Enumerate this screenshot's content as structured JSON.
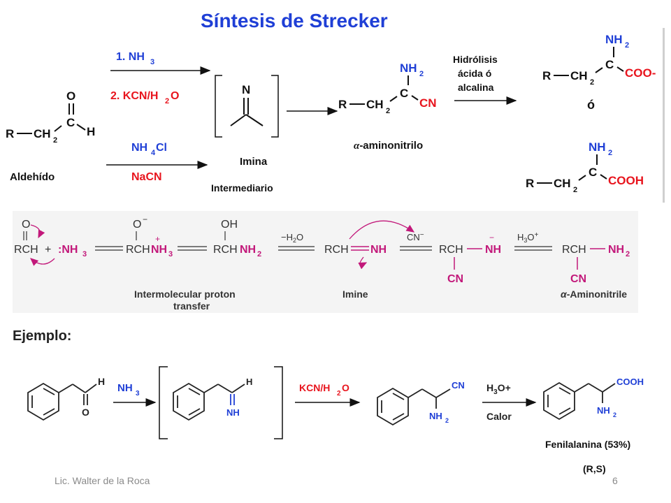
{
  "slide": {
    "title": "Síntesis de Strecker",
    "footer_author": "Lic. Walter de la Roca",
    "page_number": "6",
    "example_heading": "Ejemplo:"
  },
  "top_scheme": {
    "aldehyde": {
      "label": "Aldehído",
      "atoms": {
        "O": "O",
        "C": "C",
        "H": "H",
        "R": "R",
        "CH": "CH",
        "sub2": "2"
      }
    },
    "path1": {
      "step1": "1. NH",
      "step1_sub": "3",
      "step2": "2. KCN/H",
      "step2_sub": "2",
      "step2_end": "O"
    },
    "path2": {
      "reagent1": "NH",
      "reagent1_sub": "4",
      "reagent1_end": "Cl",
      "reagent2": "NaCN"
    },
    "imine": {
      "atom": "N",
      "label": "Imina",
      "sublabel": "Intermediario"
    },
    "aminonitrile": {
      "nh": "NH",
      "sub2": "2",
      "c": "C",
      "cn": "CN",
      "r": "R",
      "ch": "CH",
      "label_alpha": "α",
      "label": "-aminonitrilo"
    },
    "hydrolysis": {
      "line1": "Hidrólisis",
      "line2": "ácida ó",
      "line3": "alcalina"
    },
    "product1": {
      "nh": "NH",
      "sub2": "2",
      "c": "C",
      "acid": "COO-",
      "r": "R",
      "ch": "CH"
    },
    "or_label": "ó",
    "product2": {
      "nh": "NH",
      "sub2": "2",
      "c": "C",
      "acid": "COOH",
      "r": "R",
      "ch": "CH"
    }
  },
  "mechanism": {
    "labels": {
      "proton_transfer_1": "Intermolecular proton",
      "proton_transfer_2": "transfer",
      "imine": "Imine",
      "aminonitrile_alpha": "α",
      "aminonitrile": "-Aminonitrile"
    },
    "species": {
      "aldehyde": {
        "o": "O",
        "rch": "RCH"
      },
      "plus": "+",
      "ammonia": ":NH",
      "ammonia_sub": "3",
      "alkoxide": {
        "o": "O",
        "minus": "−",
        "rch": "RCH",
        "nh": "NH",
        "sub3": "3",
        "plus": "+"
      },
      "hemiaminal": {
        "oh": "OH",
        "rch": "RCH",
        "nh": "NH",
        "sub2": "2"
      },
      "imine": {
        "rch": "RCH",
        "nh": "NH"
      },
      "anion": {
        "rch": "RCH",
        "nh": "NH",
        "cn": "CN",
        "minus": "−"
      },
      "product": {
        "rch": "RCH",
        "nh": "NH",
        "sub2": "2",
        "cn": "CN"
      }
    },
    "reagents": {
      "dehydration": "−H",
      "dehydration_sub": "2",
      "dehydration_end": "O",
      "cyanide": "CN",
      "cyanide_charge": "−",
      "hydronium": "H",
      "hydronium_sub": "3",
      "hydronium_end": "O",
      "hydronium_charge": "+"
    },
    "colors": {
      "highlight": "#c2187a",
      "text": "#333333"
    }
  },
  "example": {
    "start_h": "H",
    "start_o": "O",
    "reagent1": "NH",
    "reagent1_sub": "3",
    "intermediate_h": "H",
    "intermediate_nh": "NH",
    "reagent2": "KCN/H",
    "reagent2_sub": "2",
    "reagent2_end": "O",
    "nitrile_cn": "CN",
    "nitrile_nh": "NH",
    "nitrile_sub2": "2",
    "reagent3": "H",
    "reagent3_sub": "3",
    "reagent3_end": "O+",
    "reagent3_condition": "Calor",
    "product_cooh": "COOH",
    "product_nh": "NH",
    "product_sub2": "2",
    "product_label": "Fenilalanina (53%)",
    "product_stereo": "(R,S)"
  },
  "colors": {
    "blue": "#1f3fd6",
    "red": "#e8141d",
    "black": "#111111",
    "magenta": "#c2187a",
    "gray": "#8a8a8a"
  }
}
